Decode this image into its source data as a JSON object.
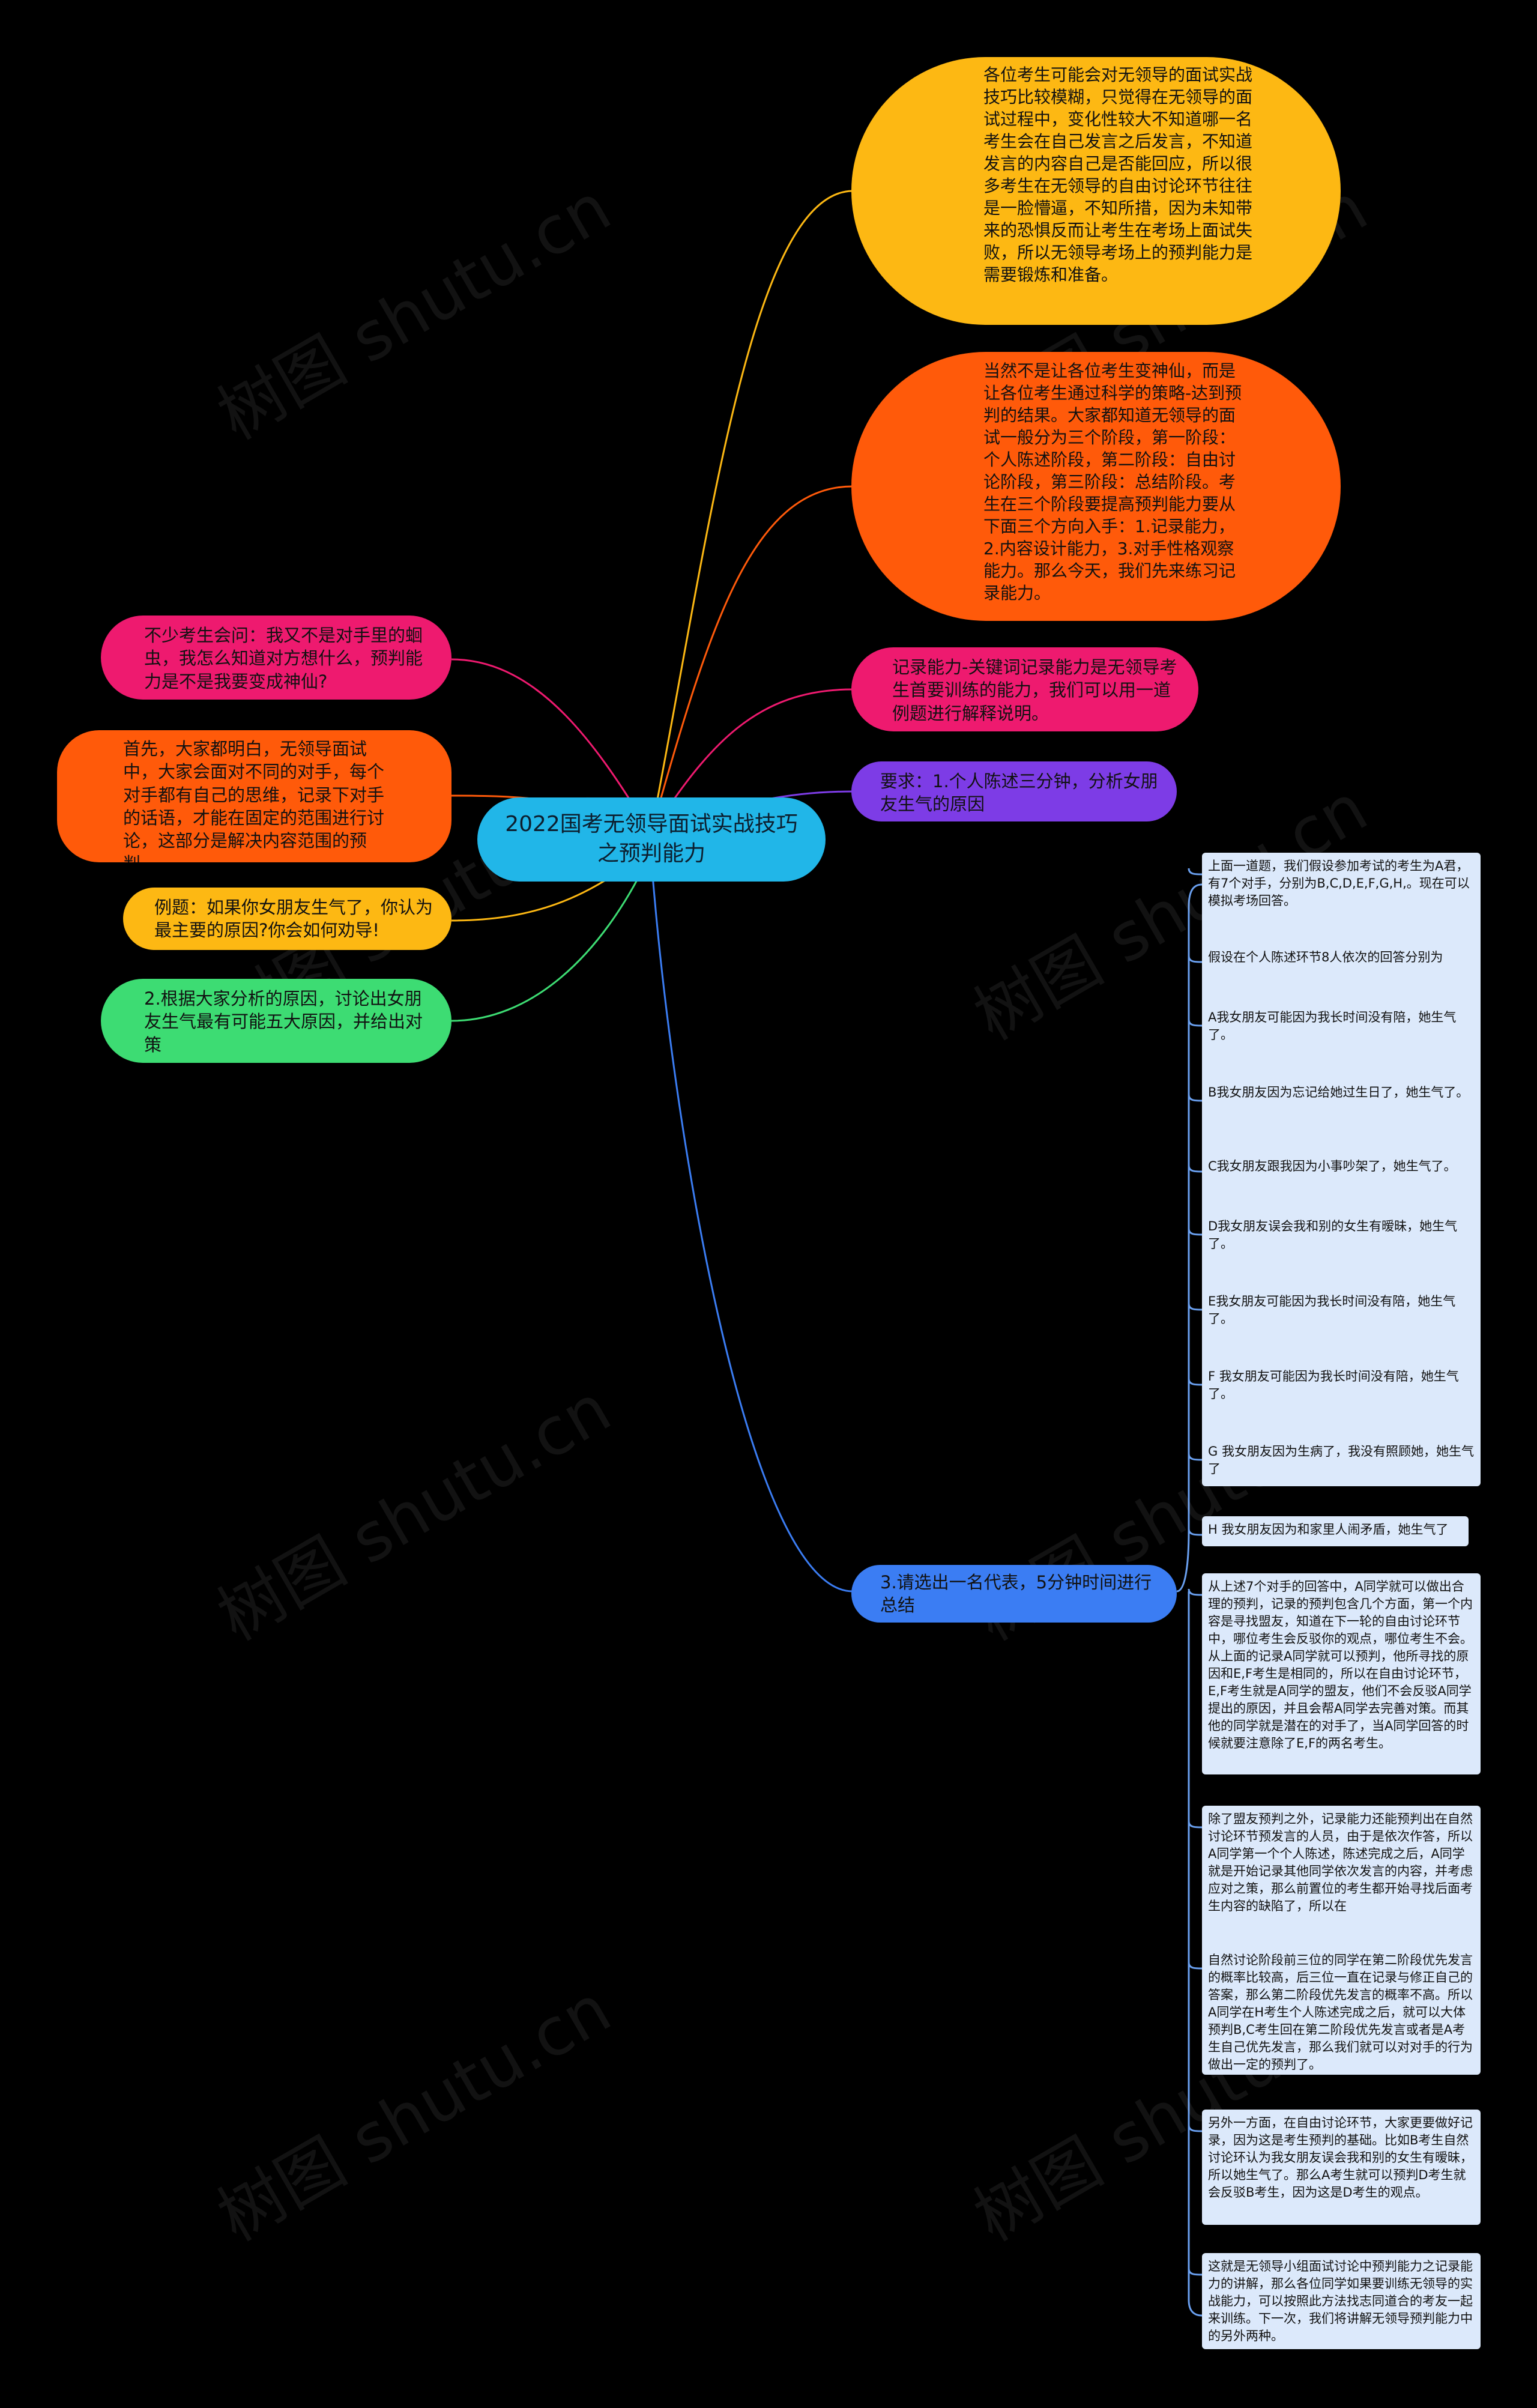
{
  "center": "2022国考无领导面试实战技巧之预判能力",
  "watermark": "树图 shutu.cn",
  "right_top": [
    {
      "text": "各位考生可能会对无领导的面试实战技巧比较模糊，只觉得在无领导的面试过程中，变化性较大不知道哪一名考生会在自己发言之后发言，不知道发言的内容自己是否能回应，所以很多考生在无领导的自由讨论环节往往是一脸懵逼，不知所措，因为未知带来的恐惧反而让考生在考场上面试失败，所以无领导考场上的预判能力是需要锻炼和准备。",
      "color": "#fdb813"
    },
    {
      "text": "当然不是让各位考生变神仙，而是让各位考生通过科学的策略-达到预判的结果。大家都知道无领导的面试一般分为三个阶段，第一阶段：个人陈述阶段，第二阶段：自由讨论阶段，第三阶段：总结阶段。考生在三个阶段要提高预判能力要从下面三个方向入手：1.记录能力，2.内容设计能力，3.对手性格观察能力。那么今天，我们先来练习记录能力。",
      "color": "#ff5a0a"
    },
    {
      "text": "记录能力-关键词记录能力是无领导考生首要训练的能力，我们可以用一道例题进行解释说明。",
      "color": "#ee1a6f"
    },
    {
      "text": "要求：1.个人陈述三分钟，分析女朋友生气的原因",
      "color": "#7d3ce6"
    }
  ],
  "right_main": {
    "text": "3.请选出一名代表，5分钟时间进行总结",
    "color": "#3b7df3"
  },
  "left": [
    {
      "text": "不少考生会问：我又不是对手里的蛔虫，我怎么知道对方想什么，预判能力是不是我要变成神仙?",
      "color": "#ee1a6f"
    },
    {
      "text": "首先，大家都明白，无领导面试中，大家会面对不同的对手，每个对手都有自己的思维，记录下对手的话语，才能在固定的范围进行讨论，这部分是解决内容范围的预判。",
      "color": "#ff5a0a"
    },
    {
      "text": "例题：如果你女朋友生气了，你认为最主要的原因?你会如何劝导!",
      "color": "#fdb813"
    },
    {
      "text": "2.根据大家分析的原因，讨论出女朋友生气最有可能五大原因，并给出对策",
      "color": "#3ddc73"
    }
  ],
  "leaves": [
    "上面一道题，我们假设参加考试的考生为A君，有7个对手，分别为B,C,D,E,F,G,H,。现在可以模拟考场回答。",
    "假设在个人陈述环节8人依次的回答分别为",
    "A我女朋友可能因为我长时间没有陪，她生气了。",
    "B我女朋友因为忘记给她过生日了，她生气了。",
    "C我女朋友跟我因为小事吵架了，她生气了。",
    "D我女朋友误会我和别的女生有暧昧，她生气了。",
    "E我女朋友可能因为我长时间没有陪，她生气了。",
    "F 我女朋友可能因为我长时间没有陪，她生气了。",
    "G 我女朋友因为生病了，我没有照顾她，她生气了",
    "H 我女朋友因为和家里人闹矛盾，她生气了",
    "从上述7个对手的回答中，A同学就可以做出合理的预判，记录的预判包含几个方面，第一个内容是寻找盟友，知道在下一轮的自由讨论环节中，哪位考生会反驳你的观点，哪位考生不会。从上面的记录A同学就可以预判，他所寻找的原因和E,F考生是相同的，所以在自由讨论环节，E,F考生就是A同学的盟友，他们不会反驳A同学提出的原因，并且会帮A同学去完善对策。而其他的同学就是潜在的对手了，当A同学回答的时候就要注意除了E,F的两名考生。",
    "除了盟友预判之外，记录能力还能预判出在自然讨论环节预发言的人员，由于是依次作答，所以A同学第一个个人陈述，陈述完成之后，A同学就是开始记录其他同学依次发言的内容，并考虑应对之策，那么前置位的考生都开始寻找后面考生内容的缺陷了，所以在",
    "自然讨论阶段前三位的同学在第二阶段优先发言的概率比较高，后三位一直在记录与修正自己的答案，那么第二阶段优先发言的概率不高。所以A同学在H考生个人陈述完成之后，就可以大体预判B,C考生回在第二阶段优先发言或者是A考生自己优先发言，那么我们就可以对对手的行为做出一定的预判了。",
    "另外一方面，在自由讨论环节，大家更要做好记录，因为这是考生预判的基础。比如B考生自然讨论环认为我女朋友误会我和别的女生有暧昧，所以她生气了。那么A考生就可以预判D考生就会反驳B考生，因为这是D考生的观点。",
    "这就是无领导小组面试讨论中预判能力之记录能力的讲解，那么各位同学如果要训练无领导的实战能力，可以按照此方法找志同道合的考友一起来训练。下一次，我们将讲解无领导预判能力中的另外两种。"
  ]
}
